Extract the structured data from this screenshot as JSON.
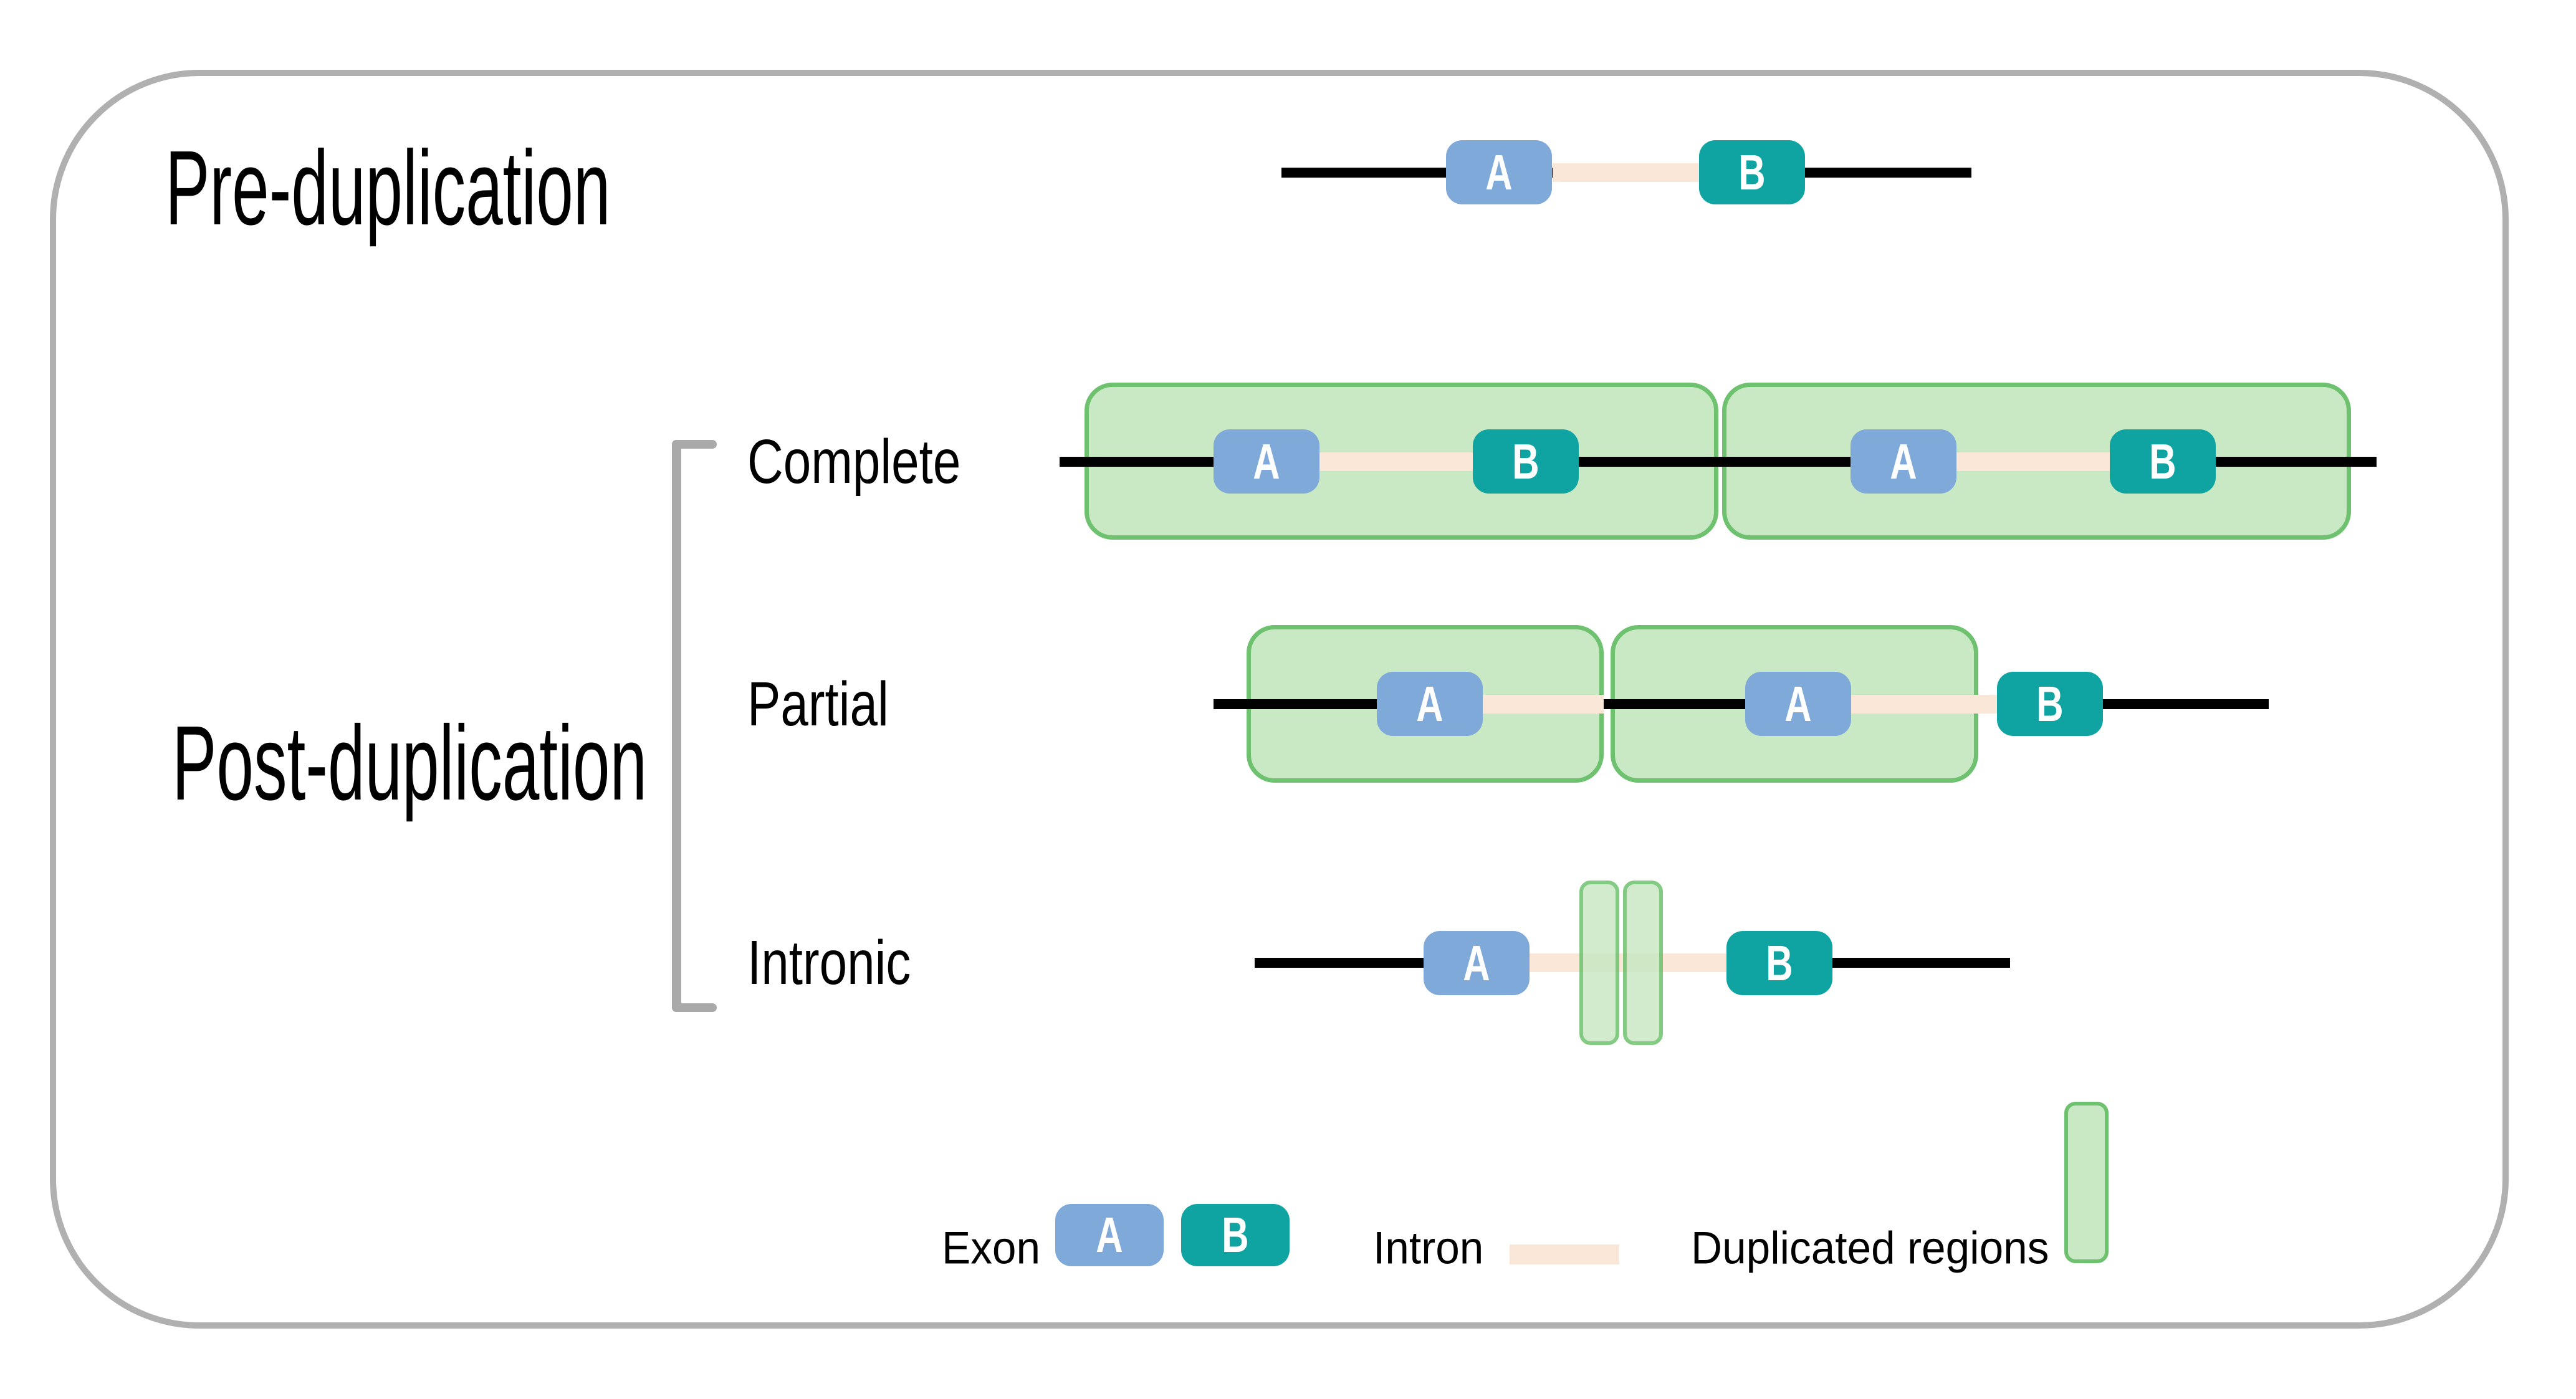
{
  "titles": {
    "pre": "Pre-duplication",
    "post": "Post-duplication"
  },
  "rows": [
    {
      "label": "Complete"
    },
    {
      "label": "Partial"
    },
    {
      "label": "Intronic"
    }
  ],
  "labels": {
    "exon_a": "A",
    "exon_b": "B"
  },
  "legend": {
    "exon": "Exon",
    "intron": "Intron",
    "duplicated": "Duplicated regions"
  },
  "colors": {
    "exon_a": "#7FA9D8",
    "exon_b": "#0FA4A1",
    "intron": "#FBE7D8",
    "dup_fill": "#C9E8C4",
    "dup_border": "#6EC16E",
    "line": "#000000",
    "frame": "#B0B0B0",
    "bracket": "#A9A9A9",
    "text": "#000000"
  }
}
